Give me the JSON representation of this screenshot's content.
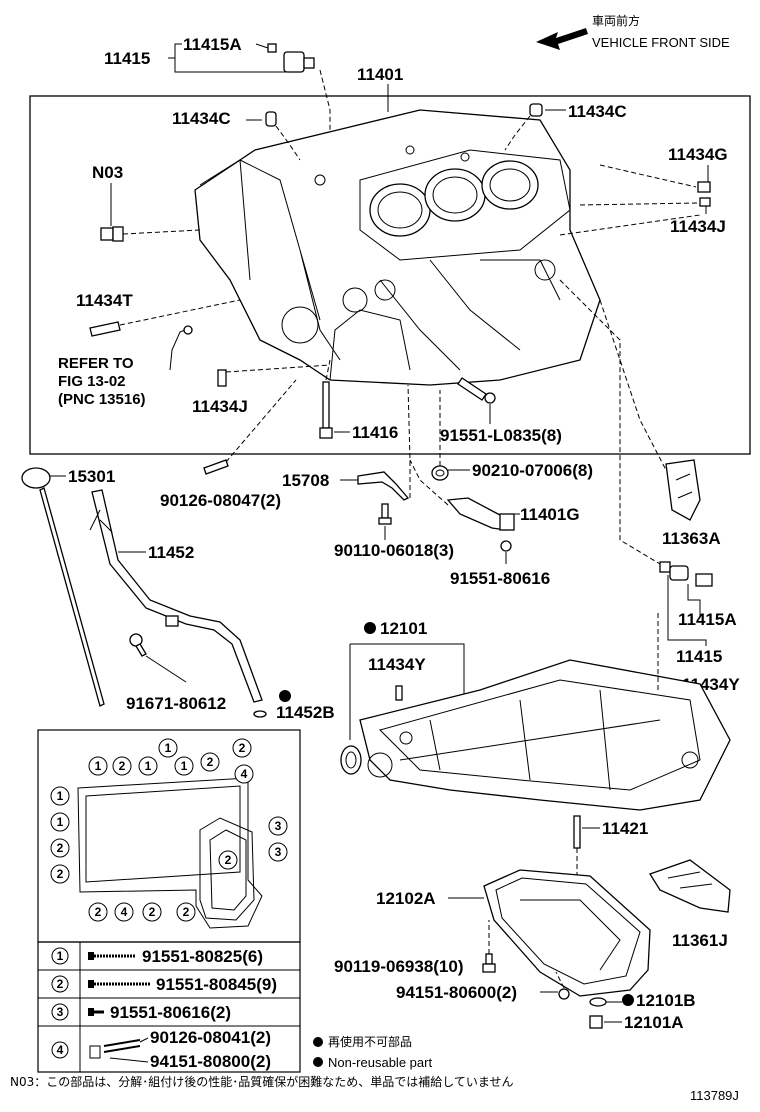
{
  "direction": {
    "jp": "車両前方",
    "en": "VEHICLE FRONT SIDE"
  },
  "labels": {
    "p11415a_top": "11415A",
    "p11415_top": "11415",
    "p11401": "11401",
    "p11434c_left": "11434C",
    "p11434c_right": "11434C",
    "n03": "N03",
    "p11434g": "11434G",
    "p11434j_right": "11434J",
    "p11434t": "11434T",
    "refer1": "REFER TO",
    "refer2": "FIG 13-02",
    "refer3": "(PNC 13516)",
    "p11434j_bottom": "11434J",
    "p11416": "11416",
    "p91551l0835": "91551-L0835(8)",
    "p15301": "15301",
    "p15708": "15708",
    "p90210": "90210-07006(8)",
    "p90126a": "90126-08047(2)",
    "p11401g": "11401G",
    "p11452": "11452",
    "p11363a": "11363A",
    "p90110": "90110-06018(3)",
    "p9155180616": "91551-80616",
    "p11415a_right": "11415A",
    "p11415_right": "11415",
    "p12101": "12101",
    "p11434y_left": "11434Y",
    "p11434y_right": "11434Y",
    "p91671": "91671-80612",
    "p11452b": "11452B",
    "p11421": "11421",
    "p12102a": "12102A",
    "p11361j": "11361J",
    "p90119": "90119-06938(10)",
    "p94151": "94151-80600(2)",
    "p12101b": "12101B",
    "p12101a": "12101A"
  },
  "legend_rows": [
    {
      "num": "1",
      "part": "91551-80825(6)"
    },
    {
      "num": "2",
      "part": "91551-80845(9)"
    },
    {
      "num": "3",
      "part": "91551-80616(2)"
    },
    {
      "num": "4",
      "part_a": "90126-08041(2)",
      "part_b": "94151-80800(2)"
    }
  ],
  "note_nonreusable_jp": "再使用不可部品",
  "note_nonreusable_en": "Non-reusable part",
  "footnote": "N03：この部品は、分解･組付け後の性能･品質確保が困難なため、単品では補給していません",
  "figure_id": "113789J",
  "pattern_nums": [
    "1",
    "2",
    "1",
    "1",
    "1",
    "2",
    "2",
    "1",
    "1",
    "2",
    "2",
    "3",
    "3",
    "2",
    "2",
    "4",
    "2",
    "2",
    "4"
  ]
}
